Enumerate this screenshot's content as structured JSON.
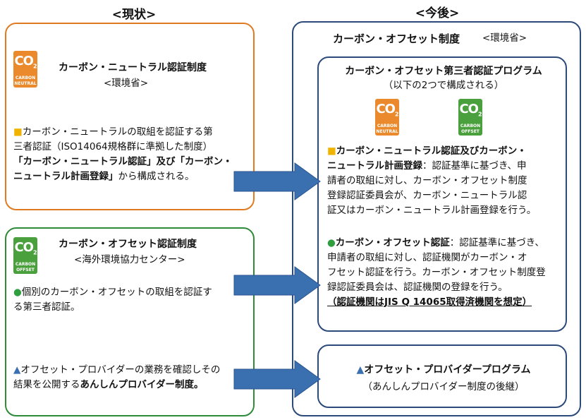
{
  "headers": {
    "current": "<現状>",
    "future": "<今後>"
  },
  "logos": {
    "co2": "CO",
    "sub": "2",
    "neutral_line1": "CARBON",
    "neutral_line2": "NEUTRAL",
    "offset_line1": "CARBON",
    "offset_line2": "OFFSET"
  },
  "current": {
    "neutral": {
      "title": "カーボン・ニュートラル認証制度",
      "agency": "<環境省>",
      "bullet": "■",
      "line1": "カーボン・ニュートラルの取組を認証する第",
      "line2": "三者認証（ISO14064規格群に準拠した制度）",
      "line3a": "「カーボン・ニュートラル認証」及び「カーボン・",
      "line4a": "ニュートラル計画登録」",
      "line4b": "から構成される。"
    },
    "offset": {
      "title": "カーボン・オフセット認証制度",
      "agency": "<海外環境協力センター>",
      "bullet": "●",
      "line1": "個別のカーボン・オフセットの取組を認証す",
      "line2": "る第三者認証。",
      "tri": "▲",
      "line3": "オフセット・プロバイダーの業務を確認しその",
      "line4a": "結果を公開する",
      "line4b": "あんしんプロバイダー制度。"
    }
  },
  "future": {
    "title": "カーボン・オフセット制度",
    "agency": "<環境省>",
    "program": {
      "title": "カーボン・オフセット第三者認証プログラム",
      "subtitle": "（以下の2つで構成される）",
      "bullet_sq": "■",
      "p1_bold1": "カーボン・ニュートラル認証及びカーボン・",
      "p1_bold2": "ニュートラル計画登録",
      "p1_text2": "：認証基準に基づき、申",
      "p1_line3": "請者の取組に対し、カーボン・オフセット制度",
      "p1_line4": "登録認証委員会が、カーボン・ニュートラル認",
      "p1_line5": "証又はカーボン・ニュートラル計画登録を行う。",
      "bullet_dot": "●",
      "p2_bold": "カーボン・オフセット認証",
      "p2_text1": "：認証基準に基づき、",
      "p2_line2": "申請者の取組に対し、認証機関がカーボン・オ",
      "p2_line3": "フセット認証を行う。カーボン・オフセット制度登",
      "p2_line4": "録認証委員会は、認証機関の登録を行う。",
      "p2_note": "（認証機関はJIS Q 14065取得済機関を想定）"
    },
    "provider": {
      "tri": "▲",
      "title": "オフセット・プロバイダープログラム",
      "subtitle": "（あんしんプロバイダー制度の後継）"
    }
  },
  "colors": {
    "orange": "#e07b22",
    "green": "#2e8b3a",
    "navy": "#2b4a7a",
    "arrow": "#3a6fb0"
  }
}
